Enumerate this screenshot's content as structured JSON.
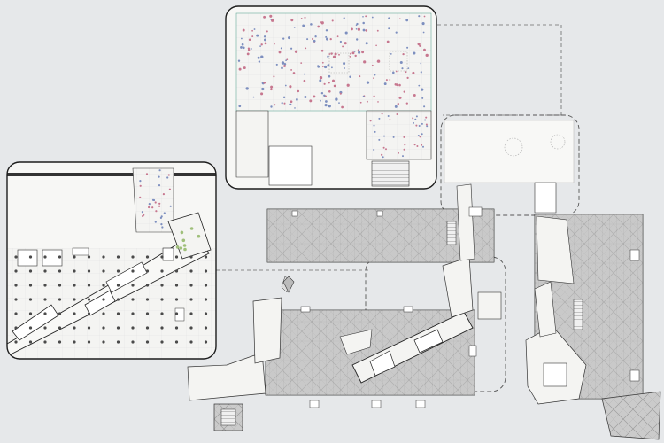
{
  "colors": {
    "background": "#e6e8ea",
    "paper": "#f7f7f5",
    "parking": "#c9c9c9",
    "hatch": "#a9a9a9",
    "outline": "#222222",
    "thin": "#6b6b6b",
    "column": "#4a4a4a",
    "furniture_red": "#c7778f",
    "furniture_blue": "#7d8fbf",
    "plant": "#9fbf7a"
  },
  "icons": {
    "north": "compass-icon"
  },
  "views": [
    {
      "id": "detail-top",
      "shape": "rounded-frame"
    },
    {
      "id": "detail-left",
      "shape": "rounded-frame"
    },
    {
      "id": "dashed-callout-right",
      "shape": "dashed-frame"
    },
    {
      "id": "dashed-callout-center",
      "shape": "dashed-frame"
    }
  ]
}
